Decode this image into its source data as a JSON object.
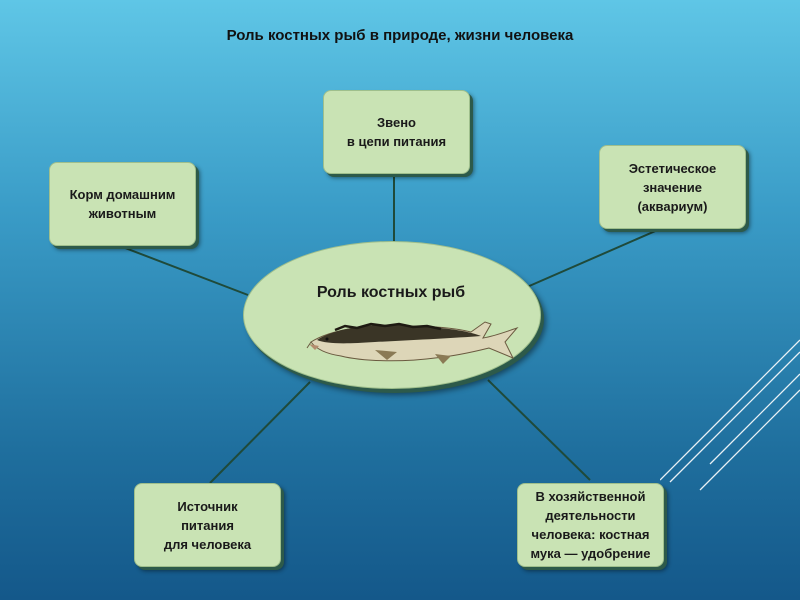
{
  "title": "Роль костных рыб в природе, жизни человека",
  "center": {
    "label": "Роль костных рыб",
    "image": "sturgeon-fish"
  },
  "nodes": [
    {
      "id": "food-chain",
      "label": "Звено\nв цепи питания"
    },
    {
      "id": "pet-food",
      "label": "Корм домашним\nживотным"
    },
    {
      "id": "aesthetic",
      "label": "Эстетическое\nзначение\n(аквариум)"
    },
    {
      "id": "human-food",
      "label": "Источник\nпитания\nдля человека"
    },
    {
      "id": "economy",
      "label": "В хозяйственной\nдеятельности\nчеловека: костная\nмука — удобрение"
    }
  ],
  "colors": {
    "node_fill": "#c9e3b4",
    "node_shadow": "#2d5a4a",
    "connector": "#1f4a3a"
  }
}
